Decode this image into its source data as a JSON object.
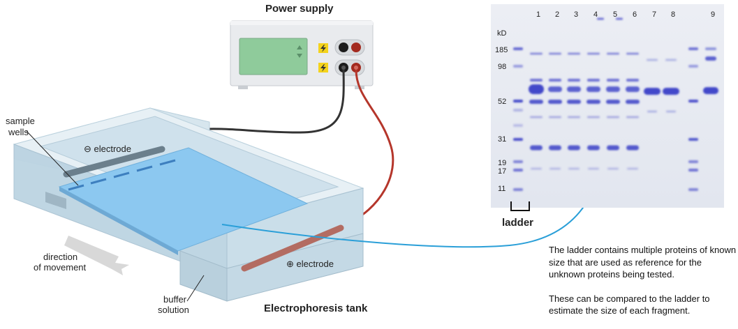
{
  "power_supply": {
    "title": "Power supply"
  },
  "tank": {
    "title": "Electrophoresis tank",
    "neg_electrode": "⊖ electrode",
    "pos_electrode": "⊕ electrode",
    "sample_wells": [
      "sample",
      "wells"
    ],
    "direction": [
      "direction",
      "of movement"
    ],
    "buffer": [
      "buffer",
      "solution"
    ]
  },
  "gel": {
    "unit": "kD",
    "lane_numbers": [
      "1",
      "2",
      "3",
      "4",
      "5",
      "6",
      "7",
      "8",
      "9"
    ],
    "markers": [
      "185",
      "98",
      "52",
      "31",
      "19",
      "17",
      "11"
    ],
    "ladder_label": "ladder"
  },
  "description": {
    "p1": "The ladder contains multiple proteins of known size that are used as reference for the unknown proteins being tested.",
    "p2": "These can be compared to the ladder to estimate the size of each fragment."
  },
  "colors": {
    "gel_band": "#3a3fc7",
    "gel_background": "#e9ecf3",
    "buffer": "#cfe0ea",
    "gel_slab": "#8cc8f0",
    "arrow": "#2a9fd8",
    "red_wire": "#b5362b",
    "black_wire": "#333333"
  }
}
